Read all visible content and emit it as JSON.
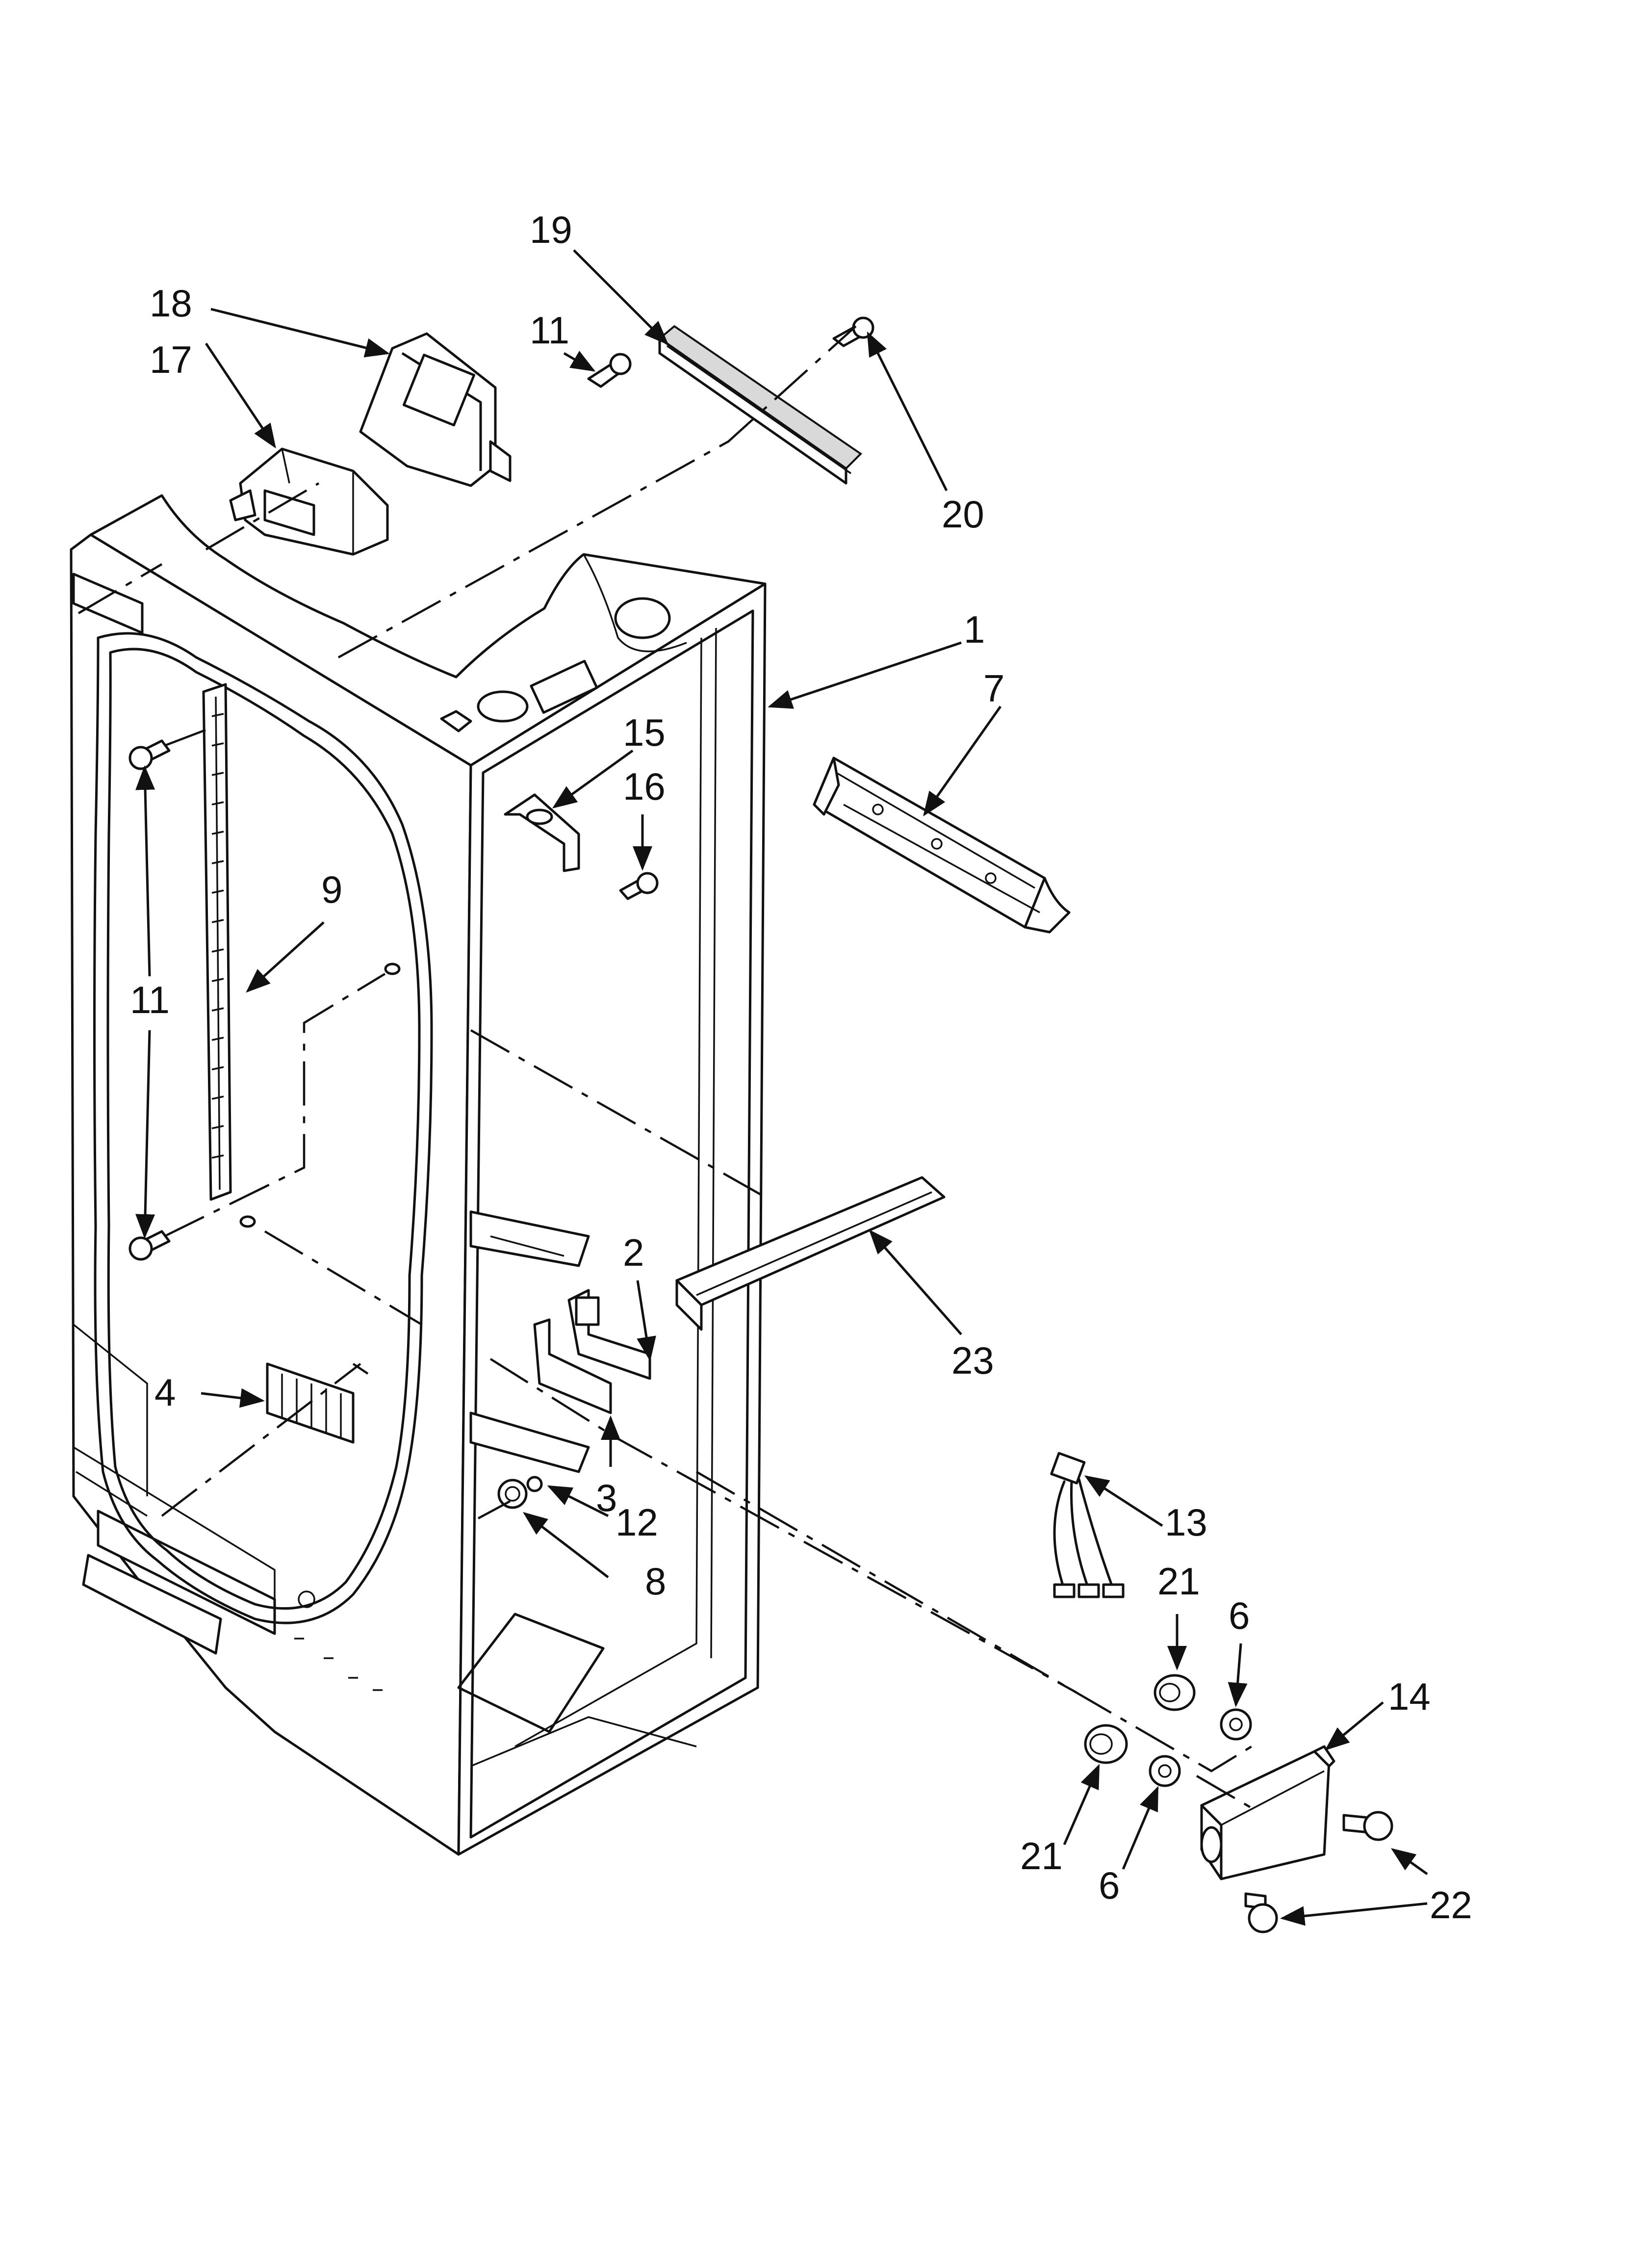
{
  "callouts": [
    {
      "id": "19",
      "text": "19"
    },
    {
      "id": "18",
      "text": "18"
    },
    {
      "id": "11a",
      "text": "11"
    },
    {
      "id": "17",
      "text": "17"
    },
    {
      "id": "20",
      "text": "20"
    },
    {
      "id": "1",
      "text": "1"
    },
    {
      "id": "7",
      "text": "7"
    },
    {
      "id": "15",
      "text": "15"
    },
    {
      "id": "16",
      "text": "16"
    },
    {
      "id": "9",
      "text": "9"
    },
    {
      "id": "11b",
      "text": "11"
    },
    {
      "id": "2",
      "text": "2"
    },
    {
      "id": "23",
      "text": "23"
    },
    {
      "id": "4",
      "text": "4"
    },
    {
      "id": "3",
      "text": "3"
    },
    {
      "id": "12",
      "text": "12"
    },
    {
      "id": "8",
      "text": "8"
    },
    {
      "id": "13",
      "text": "13"
    },
    {
      "id": "21a",
      "text": "21"
    },
    {
      "id": "6a",
      "text": "6"
    },
    {
      "id": "14",
      "text": "14"
    },
    {
      "id": "21b",
      "text": "21"
    },
    {
      "id": "6b",
      "text": "6"
    },
    {
      "id": "22",
      "text": "22"
    }
  ]
}
